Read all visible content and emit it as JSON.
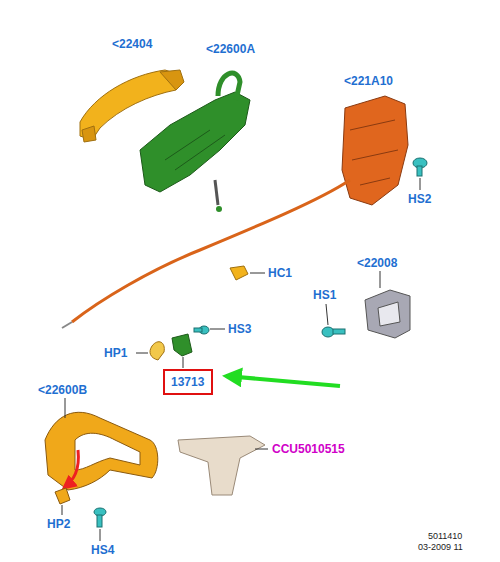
{
  "diagram": {
    "nodes": [
      {
        "text": [
          "13713"
        ]
      }
    ],
    "labels": [
      "<22404",
      "<22600A",
      "<221A10",
      "HS2",
      "HC1",
      "<22008",
      "HS1",
      "HS3",
      "HP1",
      "<22600B",
      "CCU5010515",
      "HP2",
      "HS4",
      "5011410",
      "03-2009 11"
    ]
  }
}
